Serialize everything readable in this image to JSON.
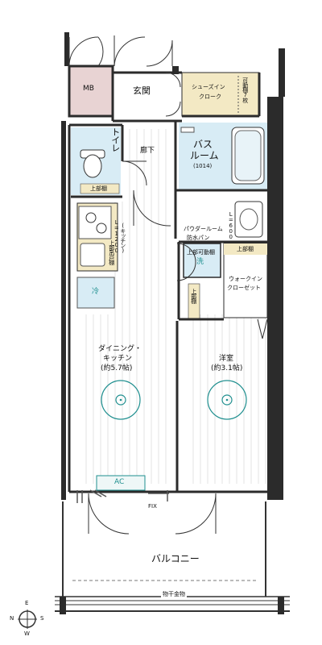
{
  "rooms": {
    "mb": "MB",
    "genkan": "玄関",
    "shoes_line1": "シューズイン",
    "shoes_line2": "クローク",
    "shoes_shelf": "可動棚7枚",
    "toilet": "トイレ",
    "toilet_upper": "上部棚",
    "corridor": "廊下",
    "bath_line1": "バス",
    "bath_line2": "ルーム",
    "bath_size": "(1014)",
    "kitchen": "(キッチン)",
    "kitchen_dim": "L=1200",
    "kitchen_upper": "上部吊戸棚",
    "fridge": "冷",
    "powder": "パウダールーム",
    "waterproof_pan": "防水パン",
    "powder_dim": "L=600",
    "powder_upper": "上部可動棚",
    "washer": "洗",
    "wic_upper": "上部棚",
    "wic_line1": "ウォークイン",
    "wic_line2": "クローゼット",
    "side_upper": "上部棚",
    "dk_line1": "ダイニング・",
    "dk_line2": "キッチン",
    "dk_size": "(約5.7帖)",
    "western": "洋室",
    "western_size": "(約3.1帖)",
    "ac": "AC",
    "fix": "FIX",
    "balcony": "バルコニー",
    "laundry": "物干金物"
  },
  "compass": {
    "n": "N",
    "e": "E",
    "s": "S",
    "w": "W"
  },
  "colors": {
    "wall": "#2b2b2b",
    "mb_fill": "#e8d3d3",
    "wet_fill": "#d8ecf5",
    "shelf_fill": "#f3e9c4",
    "fixture_fill": "#f7f7f7",
    "teal": "#1f8f8f",
    "floor_line": "#d9d9d9"
  }
}
